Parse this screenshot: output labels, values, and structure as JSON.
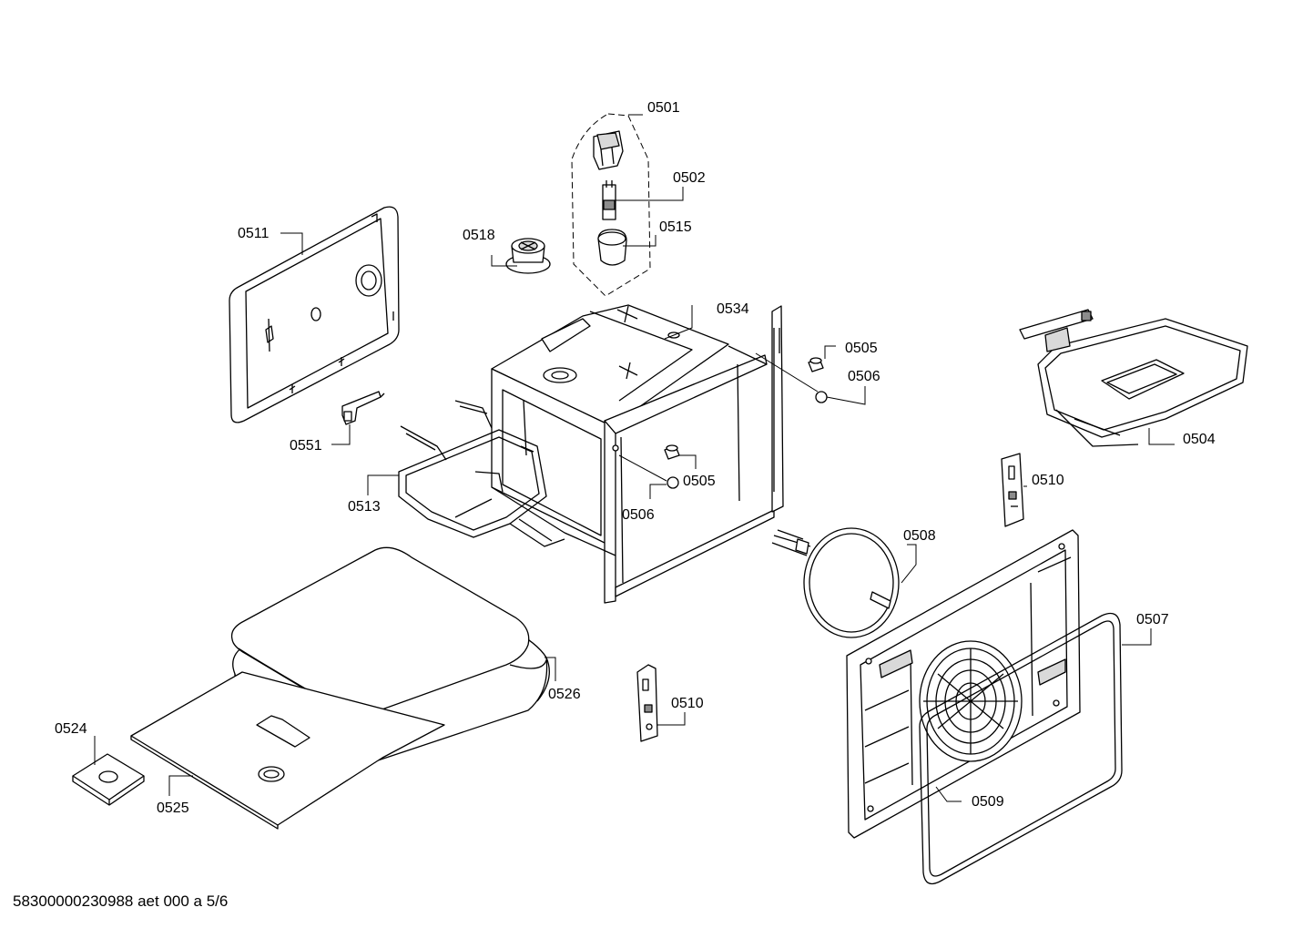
{
  "labels": {
    "p0501": "0501",
    "p0502": "0502",
    "p0515": "0515",
    "p0518": "0518",
    "p0511": "0511",
    "p0534": "0534",
    "p0505a": "0505",
    "p0506a": "0506",
    "p0504": "0504",
    "p0551": "0551",
    "p0513": "0513",
    "p0505b": "0505",
    "p0506b": "0506",
    "p0510a": "0510",
    "p0508": "0508",
    "p0507": "0507",
    "p0526": "0526",
    "p0510b": "0510",
    "p0524": "0524",
    "p0525": "0525",
    "p0509": "0509"
  },
  "footer": {
    "document_code": "58300000230988 aet 000 a 5/6"
  }
}
